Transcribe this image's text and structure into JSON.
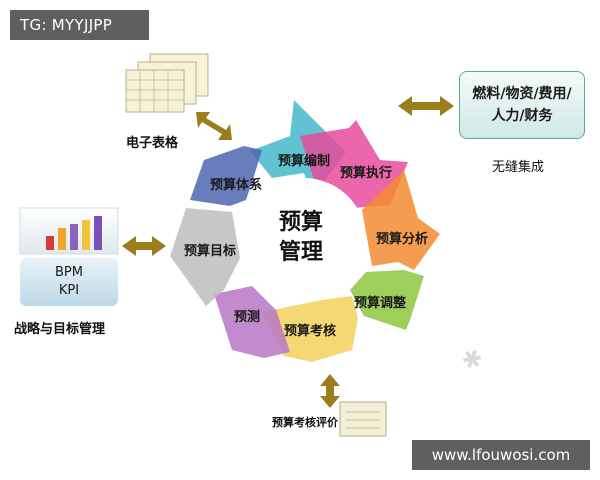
{
  "watermark_tag": "TG: MYYJJPP",
  "site_url": "www.lfouwosi.com",
  "center": {
    "line1": "预算",
    "line2": "管理"
  },
  "segments": {
    "compile": "预算编制",
    "execute": "预算执行",
    "analyze": "预算分析",
    "adjust": "预算调整",
    "assess": "预算考核",
    "forecast": "预测",
    "target": "预算目标",
    "system": "预算体系"
  },
  "nodes": {
    "spreadsheet": "电子表格",
    "resources": {
      "line1": "燃料/物资/费用/",
      "line2": "人力/财务"
    },
    "integration": "无缝集成",
    "strategy": "战略与目标管理",
    "bpm": "BPM",
    "kpi": "KPI",
    "evaluation": "预算考核评价"
  },
  "colors": {
    "compile": "#45b7c9",
    "execute": "#e84b9b",
    "analyze": "#f38b32",
    "adjust": "#8dc63f",
    "assess": "#f2d15b",
    "forecast": "#b777c6",
    "target": "#bdbdbd",
    "system": "#4f66b0",
    "connector": "#9a7d1d"
  },
  "bar_colors": [
    "#d83a3a",
    "#f1a52b",
    "#8a64b8",
    "#f1c23a",
    "#7b4fb8"
  ]
}
